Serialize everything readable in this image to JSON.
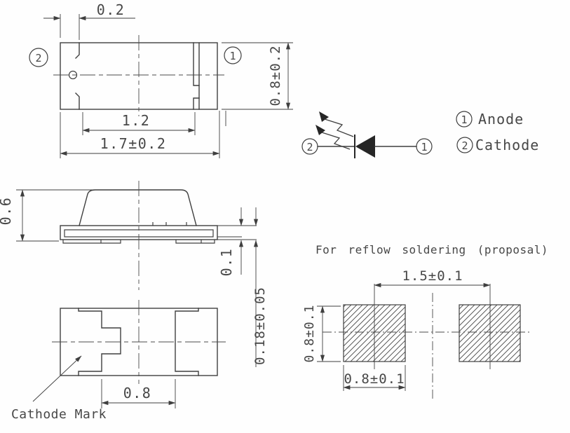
{
  "colors": {
    "line": "#3f3f3f",
    "text": "#474747",
    "background": "#fefefe"
  },
  "top_view": {
    "pin2_balloon": "2",
    "pin1_balloon": "1",
    "dim_electrode_offset": "0.2",
    "dim_inner_length": "1.2",
    "dim_overall_length": "1.7±0.2",
    "dim_overall_width": "0.8±0.2"
  },
  "side_view": {
    "dim_height": "0.6",
    "dim_substrate_thickness": "0.1",
    "dim_terminal_thickness": "0.18±0.05"
  },
  "bottom_view": {
    "dim_electrode_gap": "0.8",
    "cathode_mark_label": "Cathode Mark"
  },
  "circuit_symbol": {
    "pin2_balloon": "2",
    "pin1_balloon": "1"
  },
  "legend": {
    "item1_num": "1",
    "item1_label": "Anode",
    "item2_num": "2",
    "item2_label": "Cathode"
  },
  "reflow": {
    "title": "For reflow soldering (proposal)",
    "dim_pad_pitch": "1.5±0.1",
    "dim_pad_height": "0.8±0.1",
    "dim_pad_width": "0.8±0.1"
  }
}
